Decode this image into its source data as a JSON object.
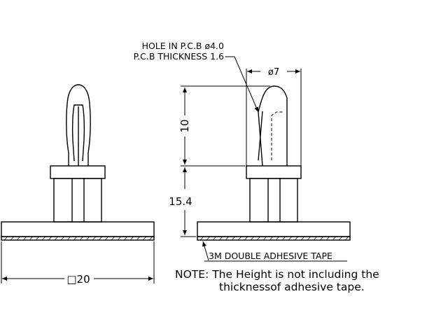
{
  "labels": {
    "hole": "HOLE IN P.C.B ø4.0",
    "pcb_thickness": "P.C.B THICKNESS 1.6",
    "dia": "ø7",
    "height_top": "10",
    "height_bottom": "15.4",
    "base_width": "□20",
    "tape": "3M DOUBLE ADHESIVE TAPE",
    "note_line1": "NOTE: The Height is not including the",
    "note_line2": "thicknessof adhesive tape."
  },
  "colors": {
    "line": "#000000",
    "background": "#ffffff"
  }
}
